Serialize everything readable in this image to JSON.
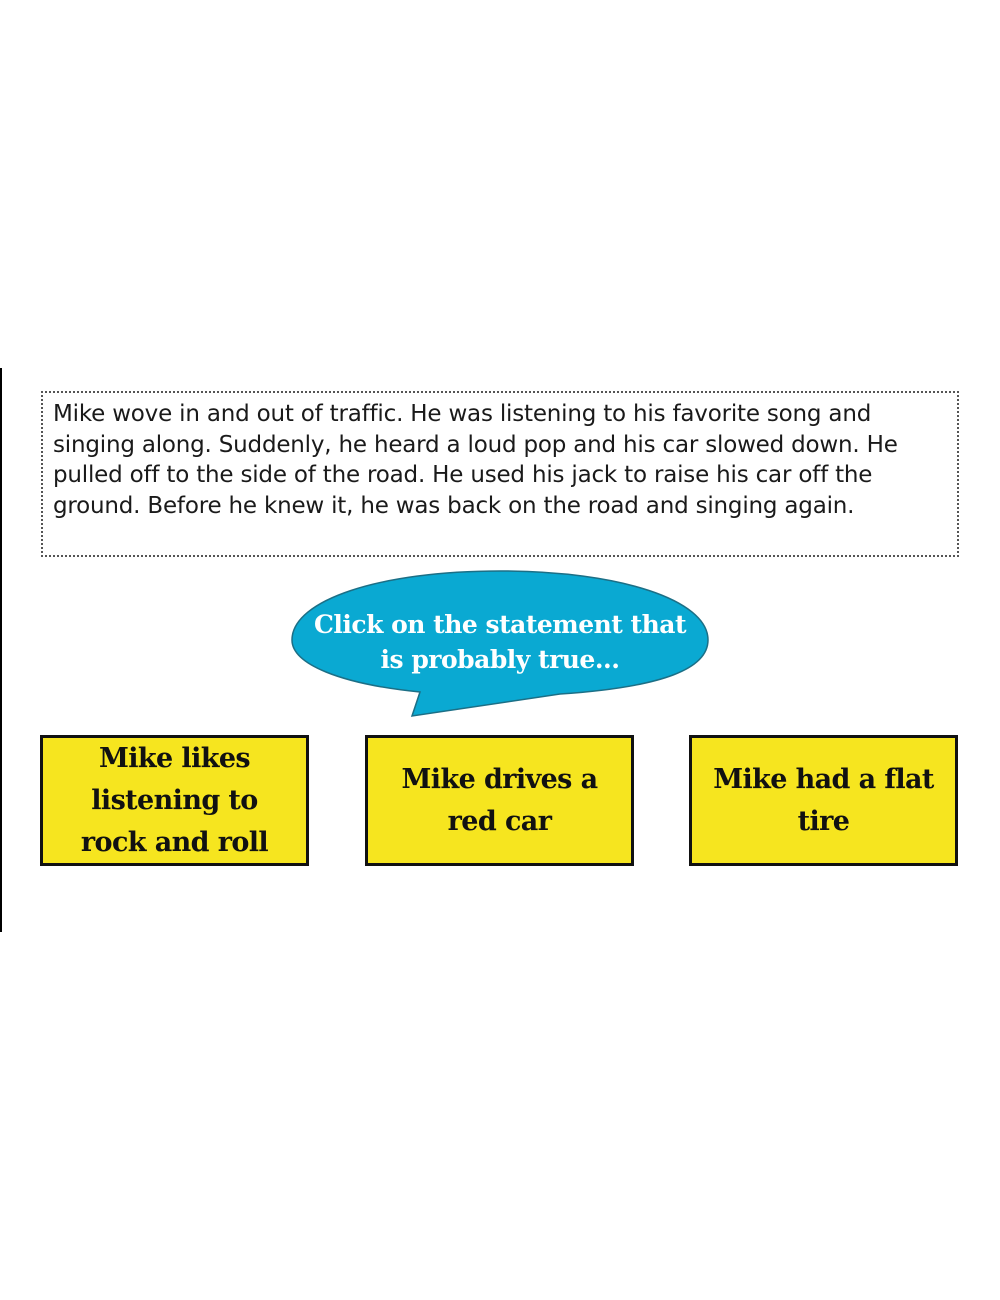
{
  "passage": {
    "text": "Mike wove in and out of traffic. He was listening to his favorite song and singing along. Suddenly, he heard a loud pop and his car slowed down. He pulled off to the side of the road. He used his jack to raise his car off the ground. Before he knew it, he was back on the road and singing again."
  },
  "prompt": {
    "text": "Click on the statement that is probably true..."
  },
  "choices": [
    {
      "label": "Mike likes listening to rock and roll"
    },
    {
      "label": "Mike drives a red car"
    },
    {
      "label": "Mike had a flat tire"
    }
  ],
  "colors": {
    "bubble": "#0aa9d2",
    "choice_fill": "#f6e51f",
    "choice_border": "#111111"
  }
}
